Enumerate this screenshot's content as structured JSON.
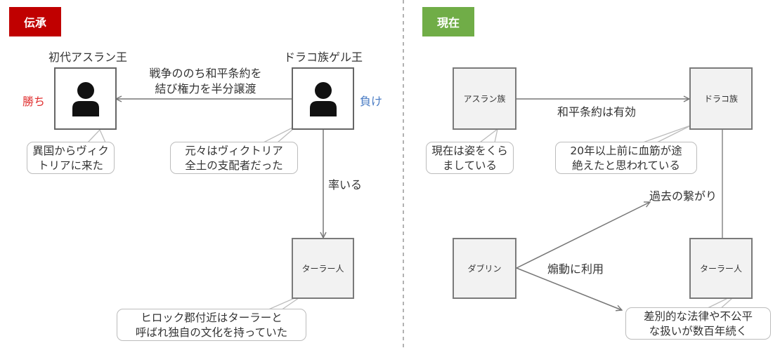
{
  "left": {
    "tag": "伝承",
    "king1_title": "初代アスラン王",
    "king2_title": "ドラコ族ゲル王",
    "win_label": "勝ち",
    "lose_label": "負け",
    "treaty_lines": [
      "戦争ののち和平条約を",
      "結び権力を半分譲渡"
    ],
    "lead_label": "率いる",
    "box_tarar": "ターラー人",
    "callout1": [
      "異国からヴィク",
      "トリアに来た"
    ],
    "callout2": [
      "元々はヴィクトリア",
      "全土の支配者だった"
    ],
    "callout3": [
      "ヒロック郡付近はターラーと",
      "呼ばれ独自の文化を持っていた"
    ]
  },
  "right": {
    "tag": "現在",
    "box_aslan": "アスラン族",
    "box_draco": "ドラコ族",
    "box_dublin": "ダブリン",
    "box_tarar": "ターラー人",
    "treaty_valid": "和平条約は有効",
    "past_link": "過去の繋がり",
    "incite": "煽動に利用",
    "callout1": [
      "現在は姿をくら",
      "ましている"
    ],
    "callout2": [
      "20年以上前に血筋が途",
      "絶えたと思われている"
    ],
    "callout3": [
      "差別的な法律や不公平",
      "な扱いが数百年続く"
    ]
  },
  "colors": {
    "left_tag": "#c00000",
    "right_tag": "#70ad47",
    "win": "#e03030",
    "lose": "#4a7cc4"
  },
  "icons": [
    "person-icon"
  ]
}
